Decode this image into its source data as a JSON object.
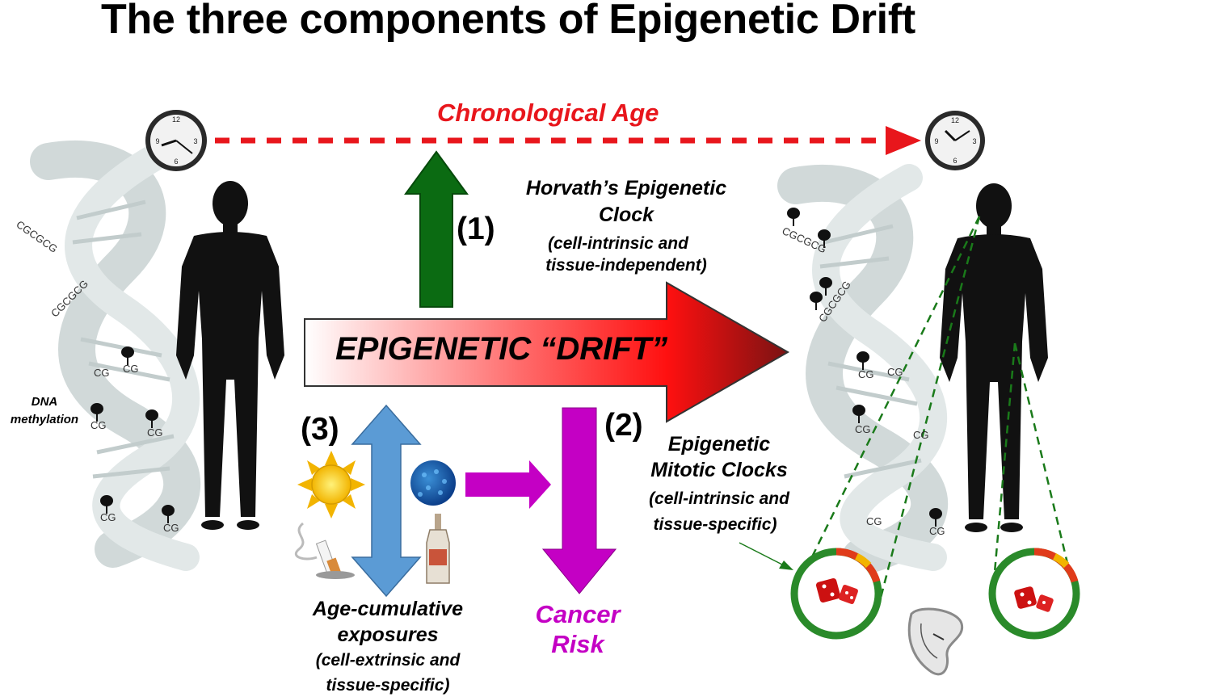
{
  "title": "The three components of Epigenetic Drift",
  "chronological_age": "Chronological Age",
  "labels": {
    "one": "(1)",
    "two": "(2)",
    "three": "(3)",
    "drift": "EPIGENETIC “DRIFT”",
    "horvath_line1": "Horvath’s Epigenetic",
    "horvath_line2": "Clock",
    "horvath_sub1": "(cell-intrinsic and",
    "horvath_sub2": "tissue-independent)",
    "mitotic_line1": "Epigenetic",
    "mitotic_line2": "Mitotic Clocks",
    "mitotic_sub1": "(cell-intrinsic and",
    "mitotic_sub2": "tissue-specific)",
    "exposures_line1": "Age-cumulative",
    "exposures_line2": "exposures",
    "exposures_sub1": "(cell-extrinsic and",
    "exposures_sub2": "tissue-specific)",
    "cancer_line1": "Cancer",
    "cancer_line2": "Risk",
    "dna_line1": "DNA",
    "dna_line2": "methylation"
  },
  "left_dna_marks": [
    "CGCGCG",
    "CGCGCG",
    "CG",
    "CG",
    "CG",
    "CG",
    "CG",
    "CG"
  ],
  "right_dna_marks": [
    "CGCGCG",
    "CGCGCG",
    "CG",
    "CG",
    "CG",
    "CG",
    "CG",
    "CG"
  ],
  "icons": [
    "clock-icon",
    "sun-icon",
    "virus-icon",
    "cigarette-icon",
    "bottle-icon",
    "dice-icon",
    "melting-clock-icon",
    "human-silhouette-icon",
    "dna-helix-icon"
  ],
  "colors": {
    "chronological_age": "#e8161c",
    "horvath_arrow": "#0b6b12",
    "drift_arrow_start": "#ffffff",
    "drift_arrow_mid": "#ff1a1a",
    "drift_arrow_end": "#7a1212",
    "cancer": "#c400c4",
    "exposure_arrow": "#5b9bd5",
    "zoom_lines": "#1a7a1a"
  }
}
